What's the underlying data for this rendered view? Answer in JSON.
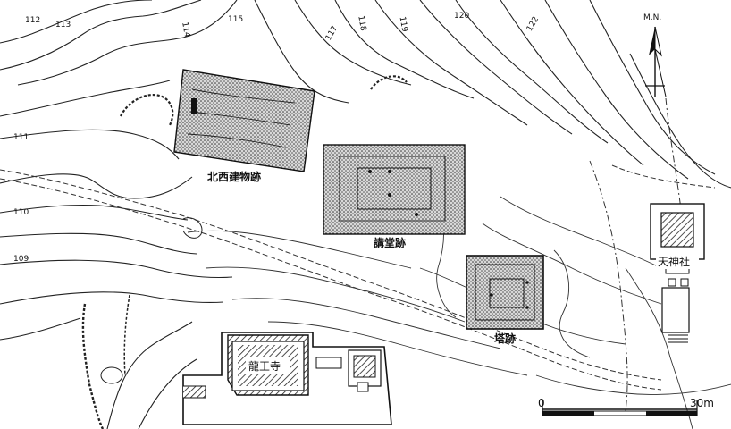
{
  "north_label": "M.N.",
  "contour_labels": [
    "112",
    "113",
    "114",
    "115",
    "117",
    "118",
    "119",
    "120",
    "122",
    "111",
    "110",
    "109"
  ],
  "sites": {
    "northwest_building": "北西建物跡",
    "lecture_hall": "講堂跡",
    "pagoda": "塔跡",
    "shrine": "天神社",
    "temple": "龍王寺"
  },
  "scale": {
    "start": "0",
    "end": "30m"
  },
  "colors": {
    "ink": "#111111",
    "paper": "#ffffff",
    "shade": "#9a9a9a"
  }
}
